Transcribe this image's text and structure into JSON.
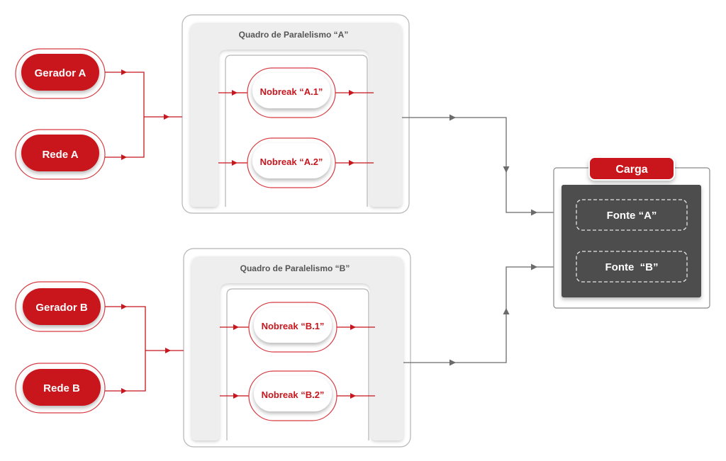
{
  "sources_a": {
    "gerador": "Gerador A",
    "rede": "Rede A"
  },
  "sources_b": {
    "gerador": "Gerador B",
    "rede": "Rede B"
  },
  "panel_a": {
    "title": "Quadro de Paralelismo “A”",
    "ups_1": "Nobreak “A.1”",
    "ups_2": "Nobreak “A.2”"
  },
  "panel_b": {
    "title": "Quadro de Paralelismo “B”",
    "ups_1": "Nobreak “B.1”",
    "ups_2": "Nobreak “B.2”"
  },
  "load": {
    "title": "Carga",
    "fonte_a": "Fonte “A”",
    "fonte_b": "Fonte  “B”"
  },
  "colors": {
    "red": "#c8161d",
    "dark": "#4d4d4d",
    "panel": "#ececec",
    "line_gray": "#6b6b6b"
  }
}
